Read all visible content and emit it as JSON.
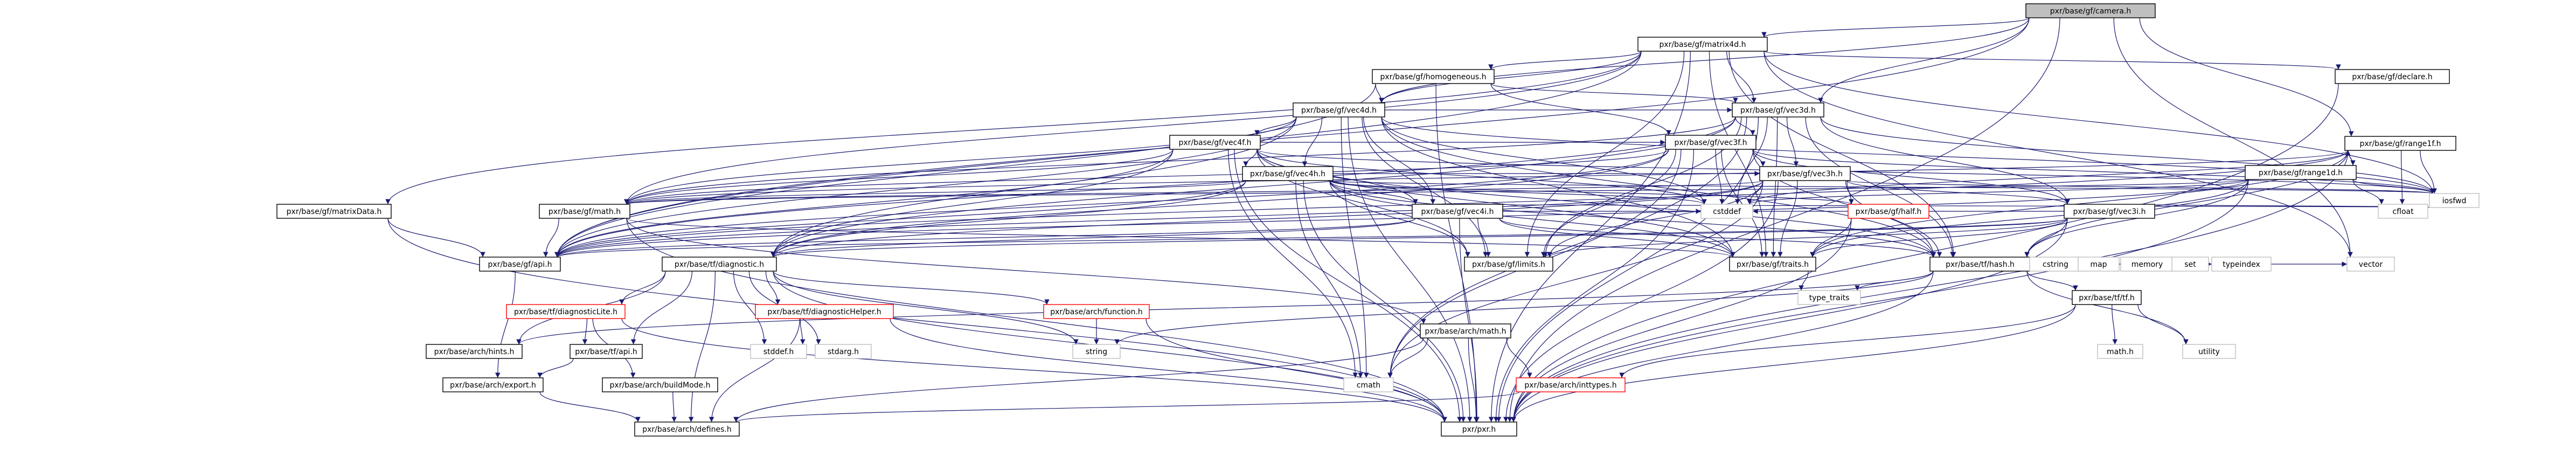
{
  "colors": {
    "edge": "#191970",
    "root_fill": "#bfbfbf",
    "border": "#000000",
    "system_border": "#bfbfbf",
    "missing_border": "#ff0000"
  },
  "nodes": [
    {
      "id": "n0",
      "label": "pxr/base/gf/camera.h",
      "kind": "root"
    },
    {
      "id": "n1",
      "label": "pxr/base/gf/matrix4d.h",
      "kind": "normal"
    },
    {
      "id": "n2",
      "label": "pxr/base/gf/homogeneous.h",
      "kind": "normal"
    },
    {
      "id": "n3",
      "label": "pxr/base/gf/declare.h",
      "kind": "normal"
    },
    {
      "id": "n4",
      "label": "pxr/base/gf/vec4d.h",
      "kind": "normal"
    },
    {
      "id": "n5",
      "label": "pxr/base/gf/vec3d.h",
      "kind": "normal"
    },
    {
      "id": "n6",
      "label": "pxr/base/gf/vec4f.h",
      "kind": "normal"
    },
    {
      "id": "n7",
      "label": "pxr/base/gf/vec3f.h",
      "kind": "normal"
    },
    {
      "id": "n8",
      "label": "pxr/base/gf/vec4h.h",
      "kind": "normal"
    },
    {
      "id": "n9",
      "label": "pxr/base/gf/vec3h.h",
      "kind": "normal"
    },
    {
      "id": "n10",
      "label": "pxr/base/gf/matrixData.h",
      "kind": "normal"
    },
    {
      "id": "n11",
      "label": "pxr/base/gf/math.h",
      "kind": "normal"
    },
    {
      "id": "n12",
      "label": "pxr/base/gf/vec4i.h",
      "kind": "normal"
    },
    {
      "id": "n13",
      "label": "pxr/base/gf/half.h",
      "kind": "red"
    },
    {
      "id": "n14",
      "label": "pxr/base/gf/vec3i.h",
      "kind": "normal"
    },
    {
      "id": "n15",
      "label": "pxr/base/gf/range1f.h",
      "kind": "normal"
    },
    {
      "id": "n16",
      "label": "pxr/base/gf/range1d.h",
      "kind": "normal"
    },
    {
      "id": "n17",
      "label": "pxr/base/gf/api.h",
      "kind": "normal"
    },
    {
      "id": "n18",
      "label": "pxr/base/gf/limits.h",
      "kind": "normal"
    },
    {
      "id": "n19",
      "label": "pxr/base/gf/traits.h",
      "kind": "normal"
    },
    {
      "id": "n20",
      "label": "pxr/base/tf/diagnostic.h",
      "kind": "normal"
    },
    {
      "id": "n21",
      "label": "pxr/base/tf/hash.h",
      "kind": "normal"
    },
    {
      "id": "n22",
      "label": "pxr/base/tf/tf.h",
      "kind": "normal"
    },
    {
      "id": "n23",
      "label": "pxr/base/arch/math.h",
      "kind": "normal"
    },
    {
      "id": "n24",
      "label": "pxr/base/tf/diagnosticLite.h",
      "kind": "red"
    },
    {
      "id": "n25",
      "label": "pxr/base/tf/diagnosticHelper.h",
      "kind": "red"
    },
    {
      "id": "n26",
      "label": "pxr/base/arch/function.h",
      "kind": "red"
    },
    {
      "id": "n27",
      "label": "pxr/base/arch/hints.h",
      "kind": "normal"
    },
    {
      "id": "n28",
      "label": "pxr/base/tf/api.h",
      "kind": "normal"
    },
    {
      "id": "n29",
      "label": "pxr/base/arch/export.h",
      "kind": "normal"
    },
    {
      "id": "n30",
      "label": "pxr/base/arch/buildMode.h",
      "kind": "normal"
    },
    {
      "id": "n31",
      "label": "pxr/base/arch/inttypes.h",
      "kind": "red"
    },
    {
      "id": "n32",
      "label": "pxr/base/arch/defines.h",
      "kind": "normal"
    },
    {
      "id": "n33",
      "label": "pxr/pxr.h",
      "kind": "normal"
    },
    {
      "id": "n34",
      "label": "vector",
      "kind": "system"
    },
    {
      "id": "n35",
      "label": "iosfwd",
      "kind": "system"
    },
    {
      "id": "n36",
      "label": "cstddef",
      "kind": "system"
    },
    {
      "id": "n37",
      "label": "cfloat",
      "kind": "system"
    },
    {
      "id": "n38",
      "label": "cmath",
      "kind": "system"
    },
    {
      "id": "n39",
      "label": "type_traits",
      "kind": "system"
    },
    {
      "id": "n40",
      "label": "cstring",
      "kind": "system"
    },
    {
      "id": "n41",
      "label": "map",
      "kind": "system"
    },
    {
      "id": "n42",
      "label": "memory",
      "kind": "system"
    },
    {
      "id": "n43",
      "label": "set",
      "kind": "system"
    },
    {
      "id": "n44",
      "label": "typeindex",
      "kind": "system"
    },
    {
      "id": "n45",
      "label": "utility",
      "kind": "system"
    },
    {
      "id": "n46",
      "label": "string",
      "kind": "system"
    },
    {
      "id": "n47",
      "label": "stdarg.h",
      "kind": "system"
    },
    {
      "id": "n48",
      "label": "stddef.h",
      "kind": "system"
    },
    {
      "id": "n49",
      "label": "math.h",
      "kind": "system"
    }
  ],
  "edges": [
    [
      "n0",
      "n1"
    ],
    [
      "n0",
      "n4"
    ],
    [
      "n0",
      "n5"
    ],
    [
      "n0",
      "n15"
    ],
    [
      "n0",
      "n17"
    ],
    [
      "n0",
      "n33"
    ],
    [
      "n0",
      "n34"
    ],
    [
      "n1",
      "n2"
    ],
    [
      "n1",
      "n3"
    ],
    [
      "n1",
      "n4"
    ],
    [
      "n1",
      "n5"
    ],
    [
      "n1",
      "n10"
    ],
    [
      "n1",
      "n11"
    ],
    [
      "n1",
      "n17"
    ],
    [
      "n1",
      "n18"
    ],
    [
      "n1",
      "n19"
    ],
    [
      "n1",
      "n21"
    ],
    [
      "n1",
      "n33"
    ],
    [
      "n1",
      "n34"
    ],
    [
      "n1",
      "n35"
    ],
    [
      "n2",
      "n4"
    ],
    [
      "n2",
      "n5"
    ],
    [
      "n2",
      "n7"
    ],
    [
      "n2",
      "n17"
    ],
    [
      "n2",
      "n33"
    ],
    [
      "n3",
      "n33"
    ],
    [
      "n4",
      "n5"
    ],
    [
      "n4",
      "n6"
    ],
    [
      "n4",
      "n8"
    ],
    [
      "n4",
      "n12"
    ],
    [
      "n4",
      "n11"
    ],
    [
      "n4",
      "n17"
    ],
    [
      "n4",
      "n18"
    ],
    [
      "n4",
      "n19"
    ],
    [
      "n4",
      "n20"
    ],
    [
      "n4",
      "n21"
    ],
    [
      "n4",
      "n36"
    ],
    [
      "n4",
      "n35"
    ],
    [
      "n4",
      "n38"
    ],
    [
      "n4",
      "n33"
    ],
    [
      "n5",
      "n7"
    ],
    [
      "n5",
      "n9"
    ],
    [
      "n5",
      "n14"
    ],
    [
      "n5",
      "n11"
    ],
    [
      "n5",
      "n17"
    ],
    [
      "n5",
      "n18"
    ],
    [
      "n5",
      "n19"
    ],
    [
      "n5",
      "n20"
    ],
    [
      "n5",
      "n21"
    ],
    [
      "n5",
      "n36"
    ],
    [
      "n5",
      "n35"
    ],
    [
      "n5",
      "n38"
    ],
    [
      "n5",
      "n33"
    ],
    [
      "n6",
      "n7"
    ],
    [
      "n6",
      "n8"
    ],
    [
      "n6",
      "n12"
    ],
    [
      "n6",
      "n11"
    ],
    [
      "n6",
      "n17"
    ],
    [
      "n6",
      "n18"
    ],
    [
      "n6",
      "n19"
    ],
    [
      "n6",
      "n20"
    ],
    [
      "n6",
      "n21"
    ],
    [
      "n6",
      "n36"
    ],
    [
      "n6",
      "n35"
    ],
    [
      "n6",
      "n38"
    ],
    [
      "n6",
      "n33"
    ],
    [
      "n7",
      "n9"
    ],
    [
      "n7",
      "n14"
    ],
    [
      "n7",
      "n11"
    ],
    [
      "n7",
      "n17"
    ],
    [
      "n7",
      "n18"
    ],
    [
      "n7",
      "n19"
    ],
    [
      "n7",
      "n20"
    ],
    [
      "n7",
      "n21"
    ],
    [
      "n7",
      "n36"
    ],
    [
      "n7",
      "n35"
    ],
    [
      "n7",
      "n38"
    ],
    [
      "n7",
      "n33"
    ],
    [
      "n8",
      "n9"
    ],
    [
      "n8",
      "n12"
    ],
    [
      "n8",
      "n13"
    ],
    [
      "n8",
      "n11"
    ],
    [
      "n8",
      "n17"
    ],
    [
      "n8",
      "n18"
    ],
    [
      "n8",
      "n19"
    ],
    [
      "n8",
      "n20"
    ],
    [
      "n8",
      "n21"
    ],
    [
      "n8",
      "n36"
    ],
    [
      "n8",
      "n35"
    ],
    [
      "n8",
      "n38"
    ],
    [
      "n8",
      "n33"
    ],
    [
      "n9",
      "n14"
    ],
    [
      "n9",
      "n13"
    ],
    [
      "n9",
      "n11"
    ],
    [
      "n9",
      "n17"
    ],
    [
      "n9",
      "n18"
    ],
    [
      "n9",
      "n19"
    ],
    [
      "n9",
      "n20"
    ],
    [
      "n9",
      "n21"
    ],
    [
      "n9",
      "n36"
    ],
    [
      "n9",
      "n35"
    ],
    [
      "n9",
      "n38"
    ],
    [
      "n9",
      "n33"
    ],
    [
      "n10",
      "n17"
    ],
    [
      "n10",
      "n33"
    ],
    [
      "n11",
      "n17"
    ],
    [
      "n11",
      "n19"
    ],
    [
      "n11",
      "n23"
    ],
    [
      "n11",
      "n33"
    ],
    [
      "n12",
      "n17"
    ],
    [
      "n12",
      "n18"
    ],
    [
      "n12",
      "n19"
    ],
    [
      "n12",
      "n20"
    ],
    [
      "n12",
      "n21"
    ],
    [
      "n12",
      "n36"
    ],
    [
      "n12",
      "n35"
    ],
    [
      "n12",
      "n33"
    ],
    [
      "n13",
      "n19"
    ],
    [
      "n13",
      "n33"
    ],
    [
      "n14",
      "n17"
    ],
    [
      "n14",
      "n18"
    ],
    [
      "n14",
      "n19"
    ],
    [
      "n14",
      "n20"
    ],
    [
      "n14",
      "n21"
    ],
    [
      "n14",
      "n36"
    ],
    [
      "n14",
      "n35"
    ],
    [
      "n14",
      "n33"
    ],
    [
      "n15",
      "n16"
    ],
    [
      "n15",
      "n11"
    ],
    [
      "n15",
      "n17"
    ],
    [
      "n15",
      "n19"
    ],
    [
      "n15",
      "n21"
    ],
    [
      "n15",
      "n36"
    ],
    [
      "n15",
      "n37"
    ],
    [
      "n15",
      "n35"
    ],
    [
      "n15",
      "n33"
    ],
    [
      "n16",
      "n15"
    ],
    [
      "n16",
      "n11"
    ],
    [
      "n16",
      "n17"
    ],
    [
      "n16",
      "n19"
    ],
    [
      "n16",
      "n21"
    ],
    [
      "n16",
      "n36"
    ],
    [
      "n16",
      "n37"
    ],
    [
      "n16",
      "n35"
    ],
    [
      "n16",
      "n33"
    ],
    [
      "n17",
      "n29"
    ],
    [
      "n19",
      "n39"
    ],
    [
      "n20",
      "n24"
    ],
    [
      "n20",
      "n25"
    ],
    [
      "n20",
      "n26"
    ],
    [
      "n20",
      "n27"
    ],
    [
      "n20",
      "n28"
    ],
    [
      "n20",
      "n47"
    ],
    [
      "n20",
      "n48"
    ],
    [
      "n20",
      "n46"
    ],
    [
      "n20",
      "n32"
    ],
    [
      "n20",
      "n33"
    ],
    [
      "n21",
      "n22"
    ],
    [
      "n21",
      "n27"
    ],
    [
      "n21",
      "n39"
    ],
    [
      "n21",
      "n40"
    ],
    [
      "n21",
      "n41"
    ],
    [
      "n21",
      "n42"
    ],
    [
      "n21",
      "n43"
    ],
    [
      "n21",
      "n44"
    ],
    [
      "n21",
      "n34"
    ],
    [
      "n21",
      "n46"
    ],
    [
      "n21",
      "n45"
    ],
    [
      "n21",
      "n33"
    ],
    [
      "n22",
      "n31"
    ],
    [
      "n22",
      "n49"
    ],
    [
      "n22",
      "n45"
    ],
    [
      "n22",
      "n33"
    ],
    [
      "n23",
      "n32"
    ],
    [
      "n23",
      "n31"
    ],
    [
      "n23",
      "n38"
    ],
    [
      "n23",
      "n33"
    ],
    [
      "n24",
      "n28"
    ],
    [
      "n24",
      "n30"
    ],
    [
      "n24",
      "n33"
    ],
    [
      "n25",
      "n32"
    ],
    [
      "n25",
      "n48"
    ],
    [
      "n25",
      "n33"
    ],
    [
      "n26",
      "n46"
    ],
    [
      "n26",
      "n33"
    ],
    [
      "n28",
      "n29"
    ],
    [
      "n29",
      "n32"
    ],
    [
      "n30",
      "n32"
    ],
    [
      "n31",
      "n32"
    ]
  ]
}
